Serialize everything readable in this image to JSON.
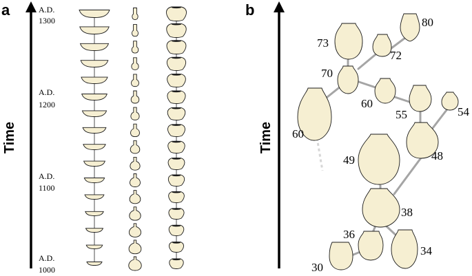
{
  "panel_a": {
    "letter": "a",
    "time_label": "Time",
    "eras": [
      {
        "line1": "A.D.",
        "line2": "1300"
      },
      {
        "line1": "A.D.",
        "line2": "1200"
      },
      {
        "line1": "A.D.",
        "line2": "1100"
      },
      {
        "line1": "A.D.",
        "line2": "1000"
      }
    ]
  },
  "panel_b": {
    "letter": "b",
    "time_label": "Time",
    "nodes": [
      {
        "id": "n80",
        "label": "80"
      },
      {
        "id": "n73",
        "label": "73"
      },
      {
        "id": "n72",
        "label": "72"
      },
      {
        "id": "n70",
        "label": "70"
      },
      {
        "id": "n60a",
        "label": "60"
      },
      {
        "id": "n60b",
        "label": "60"
      },
      {
        "id": "n55",
        "label": "55"
      },
      {
        "id": "n54",
        "label": "54"
      },
      {
        "id": "n49",
        "label": "49"
      },
      {
        "id": "n48",
        "label": "48"
      },
      {
        "id": "n38",
        "label": "38"
      },
      {
        "id": "n36",
        "label": "36"
      },
      {
        "id": "n34",
        "label": "34"
      },
      {
        "id": "n30",
        "label": "30"
      }
    ]
  }
}
